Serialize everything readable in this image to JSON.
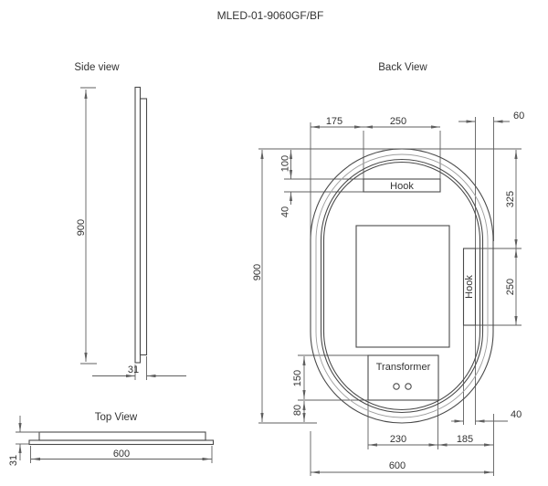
{
  "title": "MLED-01-9060GF/BF",
  "side_view": {
    "label": "Side view",
    "dim_height": "900",
    "dim_thickness": "31"
  },
  "top_view": {
    "label": "Top View",
    "dim_width": "600",
    "dim_thickness": "31"
  },
  "back_view": {
    "label": "Back View",
    "hook_top_label": "Hook",
    "hook_side_label": "Hook",
    "transformer_label": "Transformer",
    "dim_hook_offset_left": "175",
    "dim_hook_width": "250",
    "dim_edge_gap_right": "60",
    "dim_hook_side_offset_top": "325",
    "dim_hook_side_length": "250",
    "dim_hook_offset_top": "100",
    "dim_hook_height": "40",
    "dim_mirror_height": "900",
    "dim_transformer_height": "150",
    "dim_bottom_gap": "80",
    "dim_hook_side_width": "40",
    "dim_transformer_width": "230",
    "dim_transformer_edge_gap": "185",
    "dim_mirror_width": "600"
  },
  "colors": {
    "object_line": "#4a4a4a",
    "dimension_line": "#5f5f5f",
    "text": "#333333",
    "background": "#ffffff"
  }
}
